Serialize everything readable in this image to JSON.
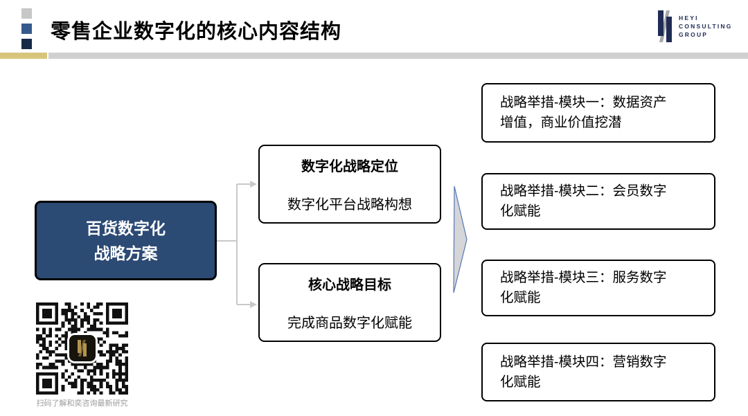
{
  "header": {
    "title": "零售企业数字化的核心内容结构",
    "logo": {
      "line1": "HEYI",
      "line2": "CONSULTING",
      "line3": "GROUP"
    }
  },
  "diagram": {
    "root": {
      "label": "百货数字化\n战略方案"
    },
    "mid_boxes": [
      {
        "title": "数字化战略定位",
        "body": "数字化平台战略构想"
      },
      {
        "title": "核心战略目标",
        "body": "完成商品数字化赋能"
      }
    ],
    "modules": [
      {
        "label": "战略举措-模块一：数据资产\n增值，商业价值挖潜"
      },
      {
        "label": "战略举措-模块二：会员数字\n化赋能"
      },
      {
        "label": "战略举措-模块三：服务数字\n化赋能"
      },
      {
        "label": "战略举措-模块四：营销数字\n化赋能"
      }
    ]
  },
  "qr": {
    "caption": "扫码了解和奕咨询最新研究"
  },
  "colors": {
    "logo_navy": "#202c54",
    "root_box_fill": "#2b4a74",
    "gold_bar": "#d8c57c",
    "gray_bar": "#d1cfcf",
    "square_gray": "#c7c7c7",
    "square_blue": "#36598c",
    "square_navy": "#152a47",
    "connector_gray": "#c9c9c9",
    "arrow_fill": "#d5d5d8",
    "arrow_stroke": "#5577b5",
    "qr_gold": "#b3944d"
  }
}
